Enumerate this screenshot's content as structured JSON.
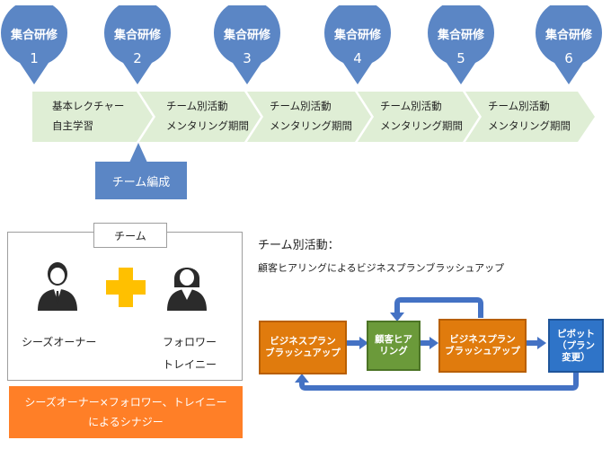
{
  "pins": [
    {
      "title": "集合研修",
      "num": "1"
    },
    {
      "title": "集合研修",
      "num": "2"
    },
    {
      "title": "集合研修",
      "num": "3"
    },
    {
      "title": "集合研修",
      "num": "4"
    },
    {
      "title": "集合研修",
      "num": "5"
    },
    {
      "title": "集合研修",
      "num": "6"
    }
  ],
  "stages": [
    {
      "line1": "基本レクチャー",
      "line2": "自主学習"
    },
    {
      "line1": "チーム別活動",
      "line2": "メンタリング期間"
    },
    {
      "line1": "チーム別活動",
      "line2": "メンタリング期間"
    },
    {
      "line1": "チーム別活動",
      "line2": "メンタリング期間"
    },
    {
      "line1": "チーム別活動",
      "line2": "メンタリング期間"
    }
  ],
  "team_formation": "チーム編成",
  "team": {
    "title": "チーム",
    "member1": "シーズオーナー",
    "member2_line1": "フォロワー",
    "member2_line2": "トレイニー"
  },
  "synergy": {
    "line1": "シーズオーナー×フォロワー、トレイニー",
    "line2": "によるシナジー"
  },
  "activity": {
    "title": "チーム別活動：",
    "subtitle": "顧客ヒアリングによるビジネスプランブラッシュアップ"
  },
  "flow": {
    "box1": [
      "ビジネスプラン",
      "ブラッシュアップ"
    ],
    "box2": [
      "顧客ヒア",
      "リング"
    ],
    "box3": [
      "ビジネスプラン",
      "ブラッシュアップ"
    ],
    "box4": [
      "ピボット",
      "（プラン",
      "変更）"
    ]
  },
  "colors": {
    "pin": "#5b86c5",
    "ribbon": "#dfeed5",
    "team_formation": "#5b86c5",
    "plus": "#ffc000",
    "synergy": "#ff7f27",
    "flow_orange": "#e07b0d",
    "flow_green": "#6b9a3a",
    "flow_blue": "#2f74c8",
    "arrow": "#4472c4"
  }
}
